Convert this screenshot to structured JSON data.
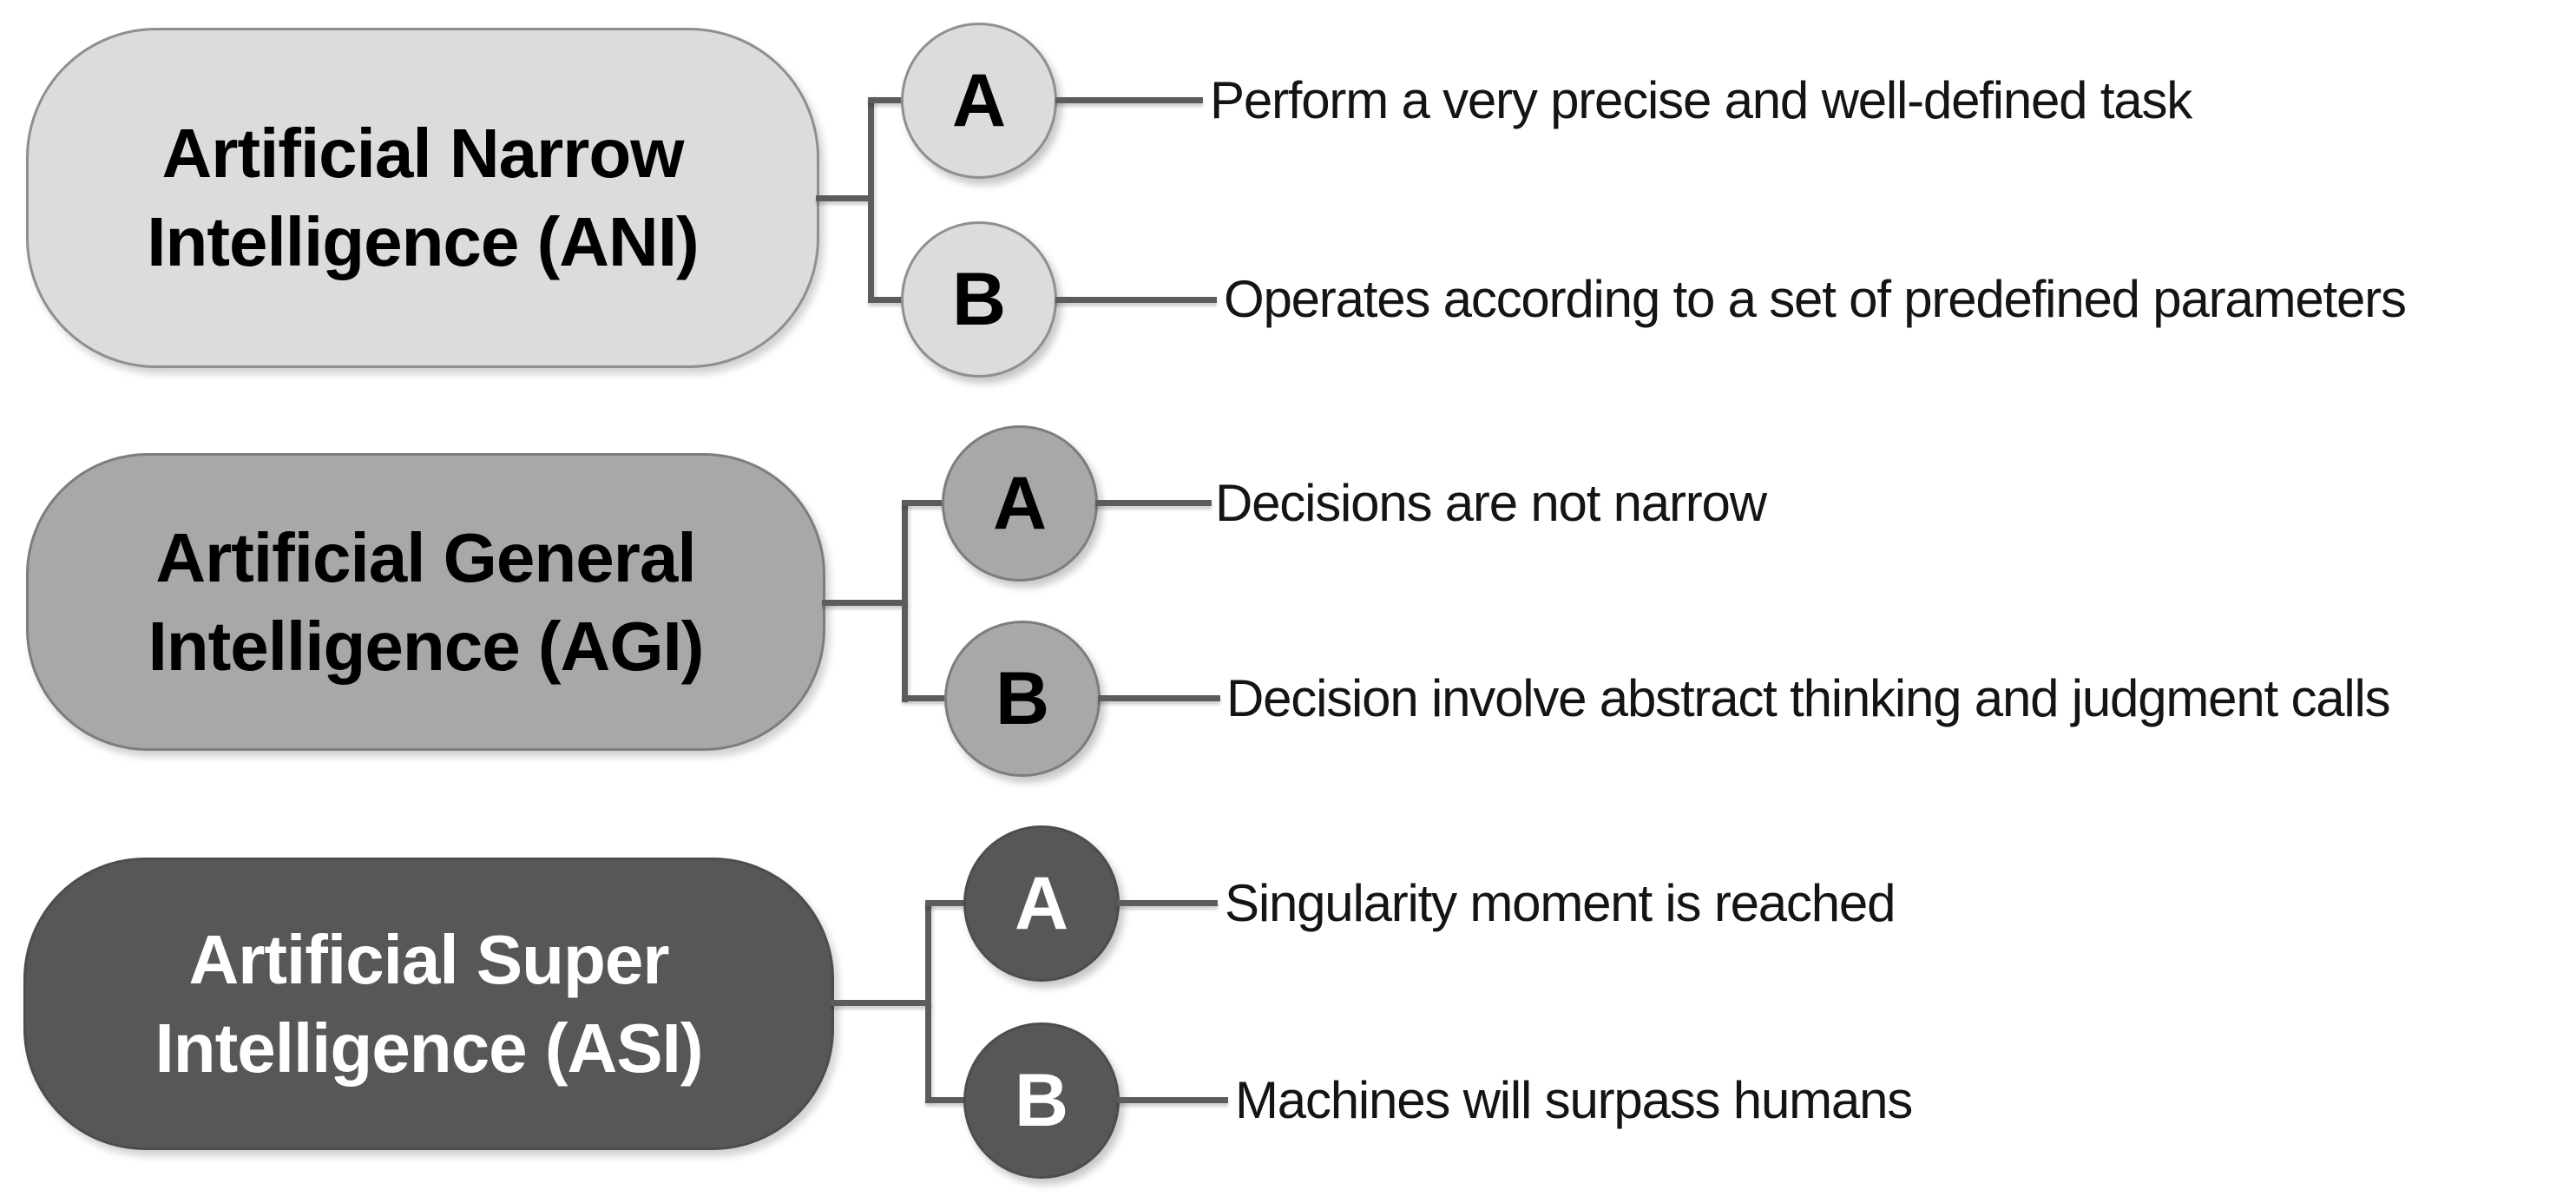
{
  "palette": {
    "background": "#ffffff",
    "connector": "#5c5c5c",
    "description_text": "#141414"
  },
  "groups": [
    {
      "id": "ani",
      "label": "Artificial Narrow Intelligence (ANI)",
      "label_lines": [
        "Artificial Narrow",
        "Intelligence (ANI)"
      ],
      "fill": "#dcdcdc",
      "border": "#8f8f8f",
      "label_color": "#000000",
      "branches": [
        {
          "letter": "A",
          "description": "Perform a very precise and well-defined task"
        },
        {
          "letter": "B",
          "description": "Operates according to a set of predefined parameters"
        }
      ]
    },
    {
      "id": "agi",
      "label": "Artificial General Intelligence (AGI)",
      "label_lines": [
        "Artificial General",
        "Intelligence (AGI)"
      ],
      "fill": "#a8a8a8",
      "border": "#7d7d7d",
      "label_color": "#000000",
      "branches": [
        {
          "letter": "A",
          "description": "Decisions are not narrow"
        },
        {
          "letter": "B",
          "description": "Decision involve abstract thinking and judgment calls"
        }
      ]
    },
    {
      "id": "asi",
      "label": "Artificial Super Intelligence (ASI)",
      "label_lines": [
        "Artificial Super",
        "Intelligence (ASI)"
      ],
      "fill": "#575757",
      "border": "#4d4d4d",
      "label_color": "#ffffff",
      "branches": [
        {
          "letter": "A",
          "description": "Singularity moment is reached"
        },
        {
          "letter": "B",
          "description": "Machines will surpass humans"
        }
      ]
    }
  ]
}
